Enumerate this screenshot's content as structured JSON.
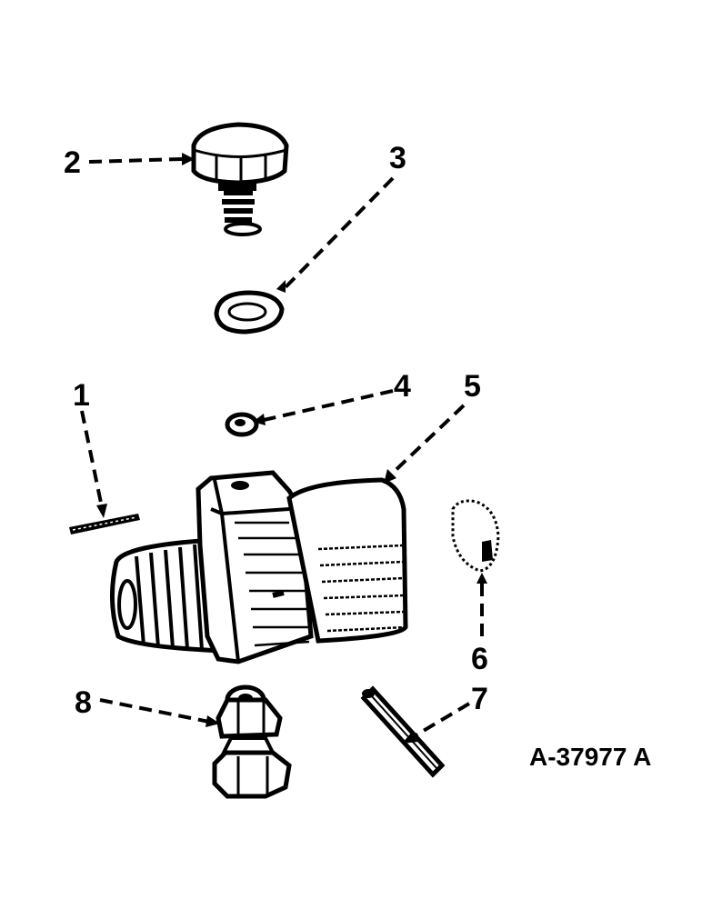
{
  "figure_id": "A-37977 A",
  "callouts": [
    {
      "id": "1",
      "label": "1",
      "part": "pin-1"
    },
    {
      "id": "2",
      "label": "2",
      "part": "cap-screw"
    },
    {
      "id": "3",
      "label": "3",
      "part": "gasket-washer"
    },
    {
      "id": "4",
      "label": "4",
      "part": "ball"
    },
    {
      "id": "5",
      "label": "5",
      "part": "valve-body"
    },
    {
      "id": "6",
      "label": "6",
      "part": "disc"
    },
    {
      "id": "7",
      "label": "7",
      "part": "pin-7"
    },
    {
      "id": "8",
      "label": "8",
      "part": "fitting-nut"
    }
  ],
  "colors": {
    "ink": "#000000",
    "paper": "#ffffff"
  }
}
